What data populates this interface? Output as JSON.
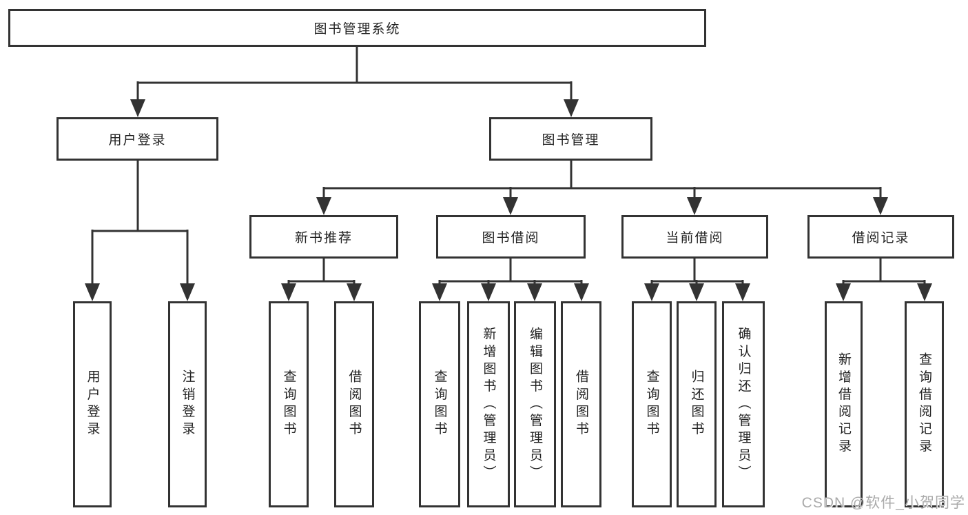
{
  "diagram_title": "图书管理系统",
  "nodes": {
    "root": "图书管理系统",
    "user": "用户登录",
    "book": "图书管理",
    "new_books": "新书推荐",
    "book_borrow": "图书借阅",
    "current_borrow": "当前借阅",
    "borrow_records": "借阅记录",
    "user_login": "用户登录",
    "user_logout": "注销登录",
    "nb_query": "查询图书",
    "nb_borrow": "借阅图书",
    "bb_query": "查询图书",
    "bb_add": "新增图书（管理员）",
    "bb_edit": "编辑图书（管理员）",
    "bb_borrow": "借阅图书",
    "cb_query": "查询图书",
    "cb_return": "归还图书",
    "cb_confirm": "确认归还（管理员）",
    "br_add": "新增借阅记录",
    "br_query": "查询借阅记录"
  },
  "tree": {
    "图书管理系统": {
      "用户登录": [
        "用户登录",
        "注销登录"
      ],
      "图书管理": {
        "新书推荐": [
          "查询图书",
          "借阅图书"
        ],
        "图书借阅": [
          "查询图书",
          "新增图书（管理员）",
          "编辑图书（管理员）",
          "借阅图书"
        ],
        "当前借阅": [
          "查询图书",
          "归还图书",
          "确认归还（管理员）"
        ],
        "借阅记录": [
          "新增借阅记录",
          "查询借阅记录"
        ]
      }
    }
  },
  "watermark": "CSDN @软件_小贺同学",
  "colors": {
    "line": "#333333",
    "box_border": "#333333",
    "box_fill": "#ffffff",
    "text": "#222222",
    "watermark": "#aaaaaa",
    "background": "#ffffff"
  }
}
